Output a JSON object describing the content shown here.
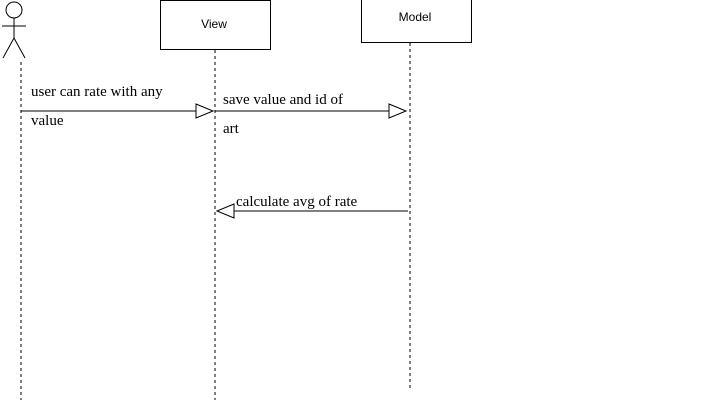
{
  "diagram": {
    "type": "sequence",
    "participants": [
      {
        "id": "actor",
        "kind": "actor",
        "label": ""
      },
      {
        "id": "view",
        "kind": "box",
        "label": "View"
      },
      {
        "id": "model",
        "kind": "box",
        "label": "Model"
      }
    ],
    "messages": [
      {
        "from": "actor",
        "to": "view",
        "label_line1": "user can rate with any",
        "label_line2": "value"
      },
      {
        "from": "view",
        "to": "model",
        "label_line1": "save value and id of",
        "label_line2": "art"
      },
      {
        "from": "model",
        "to": "view",
        "label_line1": "calculate avg of rate",
        "label_line2": ""
      }
    ]
  }
}
